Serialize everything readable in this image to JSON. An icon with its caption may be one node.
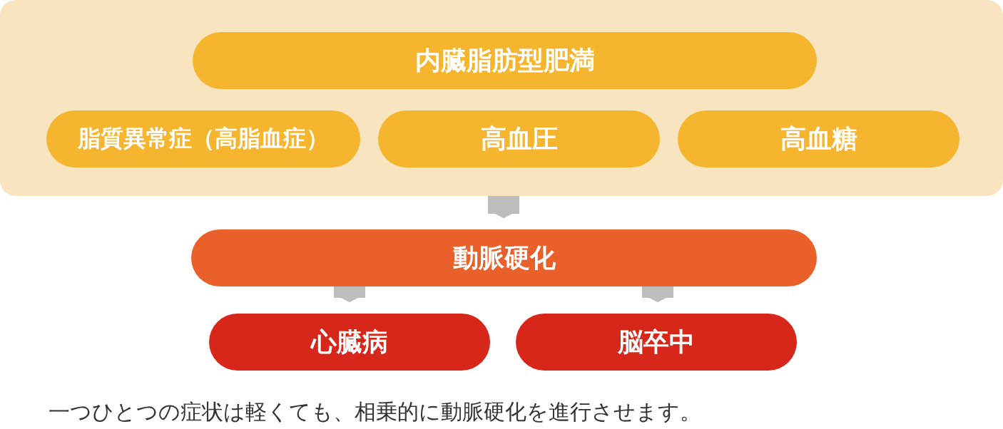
{
  "diagram": {
    "caption": "一つひとつの症状は軽くても、相乗的に動脈硬化を進行させます。",
    "nodes": [
      {
        "text": [],
        "shape": "box"
      },
      {
        "text": [
          "内臓脂肪型肥満"
        ],
        "in": 0
      },
      {
        "text": [
          "脂質異常症（高脂血症）"
        ],
        "in": 0
      },
      {
        "text": [
          "高血圧"
        ],
        "in": 0
      },
      {
        "text": [
          "高血糖"
        ],
        "in": 0
      },
      {
        "text": [
          "動脈硬化"
        ]
      },
      {
        "text": [
          "心臓病"
        ]
      },
      {
        "text": [
          "脳卒中"
        ]
      }
    ],
    "edges": [
      {
        "from": 0,
        "to": 5,
        "arrow": "to"
      },
      {
        "from": 5,
        "to": 6,
        "arrow": "to"
      },
      {
        "from": 5,
        "to": 7,
        "arrow": "to"
      }
    ]
  }
}
